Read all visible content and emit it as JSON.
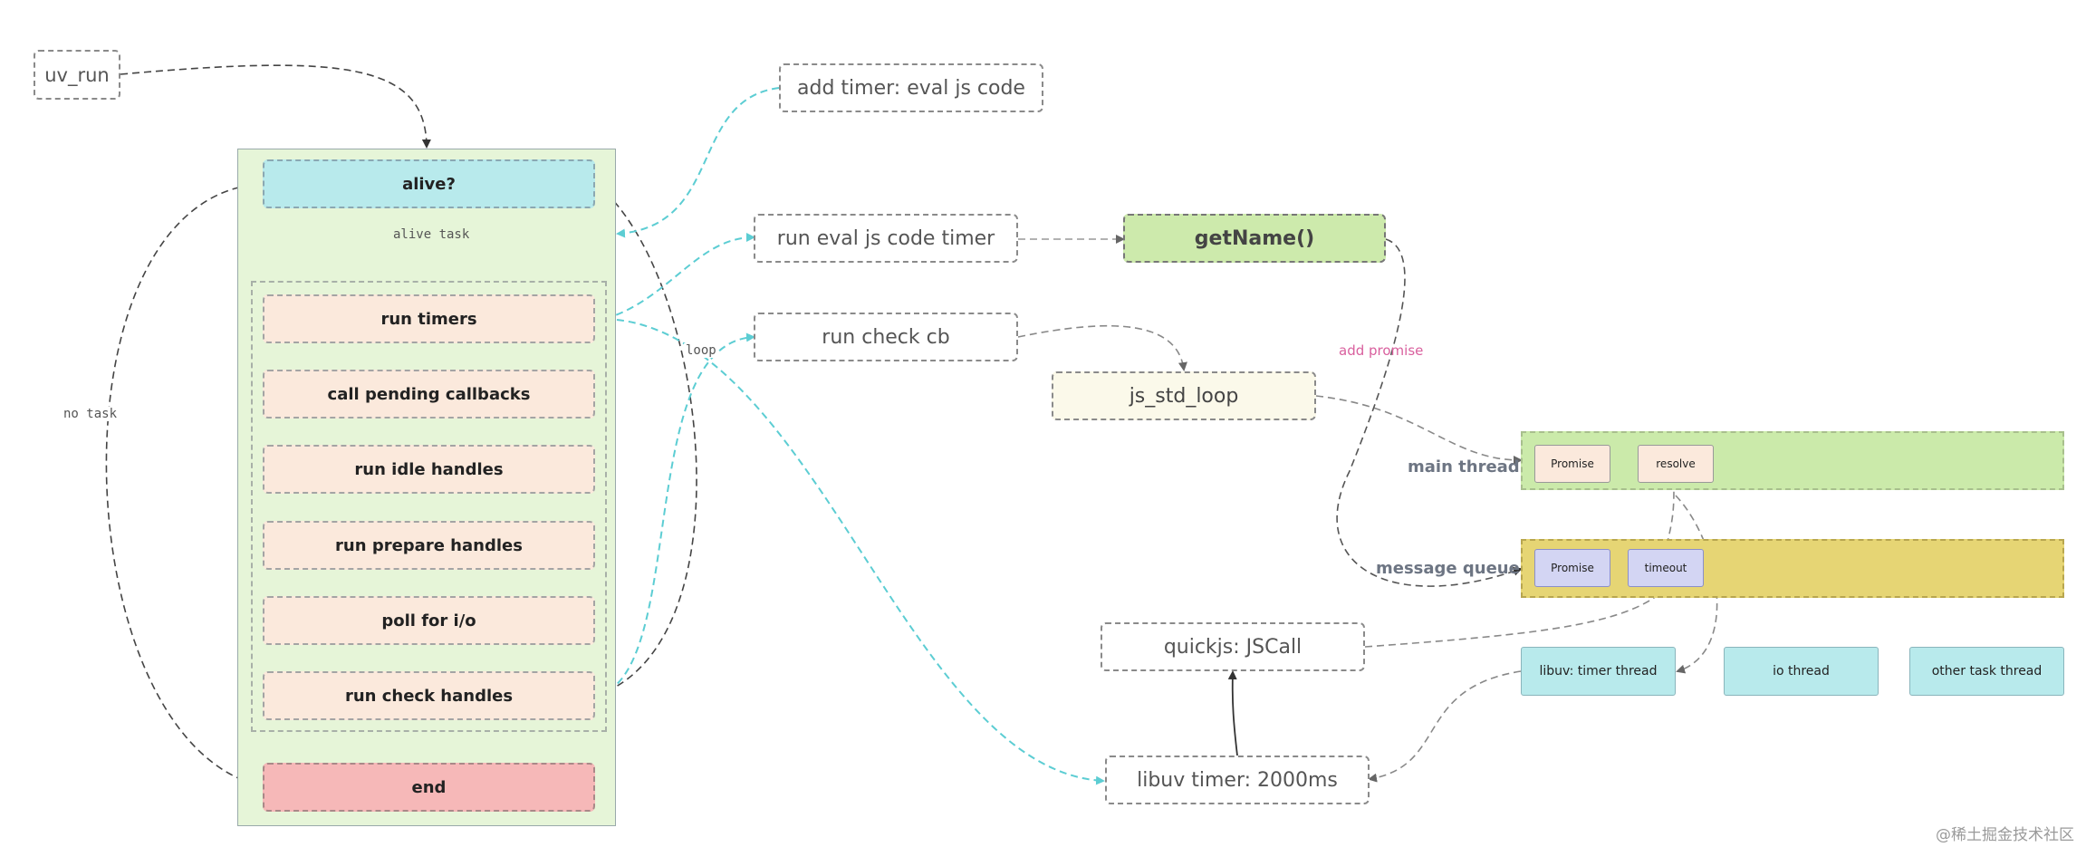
{
  "nodes": {
    "uv_run": "uv_run",
    "alive": "alive?",
    "run_timers": "run timers",
    "call_pending_callbacks": "call pending callbacks",
    "run_idle_handles": "run idle handles",
    "run_prepare_handles": "run prepare handles",
    "poll_for_io": "poll for i/o",
    "run_check_handles": "run check handles",
    "end": "end",
    "add_timer": "add timer: eval js code",
    "run_eval_timer": "run eval js code timer",
    "run_check_cb": "run check cb",
    "get_name": "getName()",
    "js_std_loop": "js_std_loop",
    "quickjs_call": "quickjs: JSCall",
    "libuv_timer": "libuv timer: 2000ms"
  },
  "edge_labels": {
    "alive_task": "alive task",
    "no_task": "no task",
    "loop": "loop",
    "add_promise": "add promise"
  },
  "lanes": {
    "main_thread": "main thread",
    "message_queue": "message queue"
  },
  "chips": {
    "promise_main": "Promise",
    "resolve": "resolve",
    "promise_queue": "Promise",
    "timeout": "timeout"
  },
  "threads": {
    "timer_thread": "libuv: timer thread",
    "io_thread": "io thread",
    "other_thread": "other task thread"
  },
  "watermark": "@稀土掘金技术社区",
  "colors": {
    "edge_gray": "#555555",
    "edge_cyan": "#5ccdd3",
    "edge_dark": "#333333",
    "alive_fill": "#b8eaec",
    "step_fill": "#fbe9dc",
    "end_fill": "#f6b8b8",
    "container_fill": "#e6f5d8",
    "main_thread_fill": "#cbeaaa",
    "message_queue_fill": "#e6d574",
    "chip_purple_fill": "#d3d5f3",
    "label_pink": "#d9609e"
  }
}
